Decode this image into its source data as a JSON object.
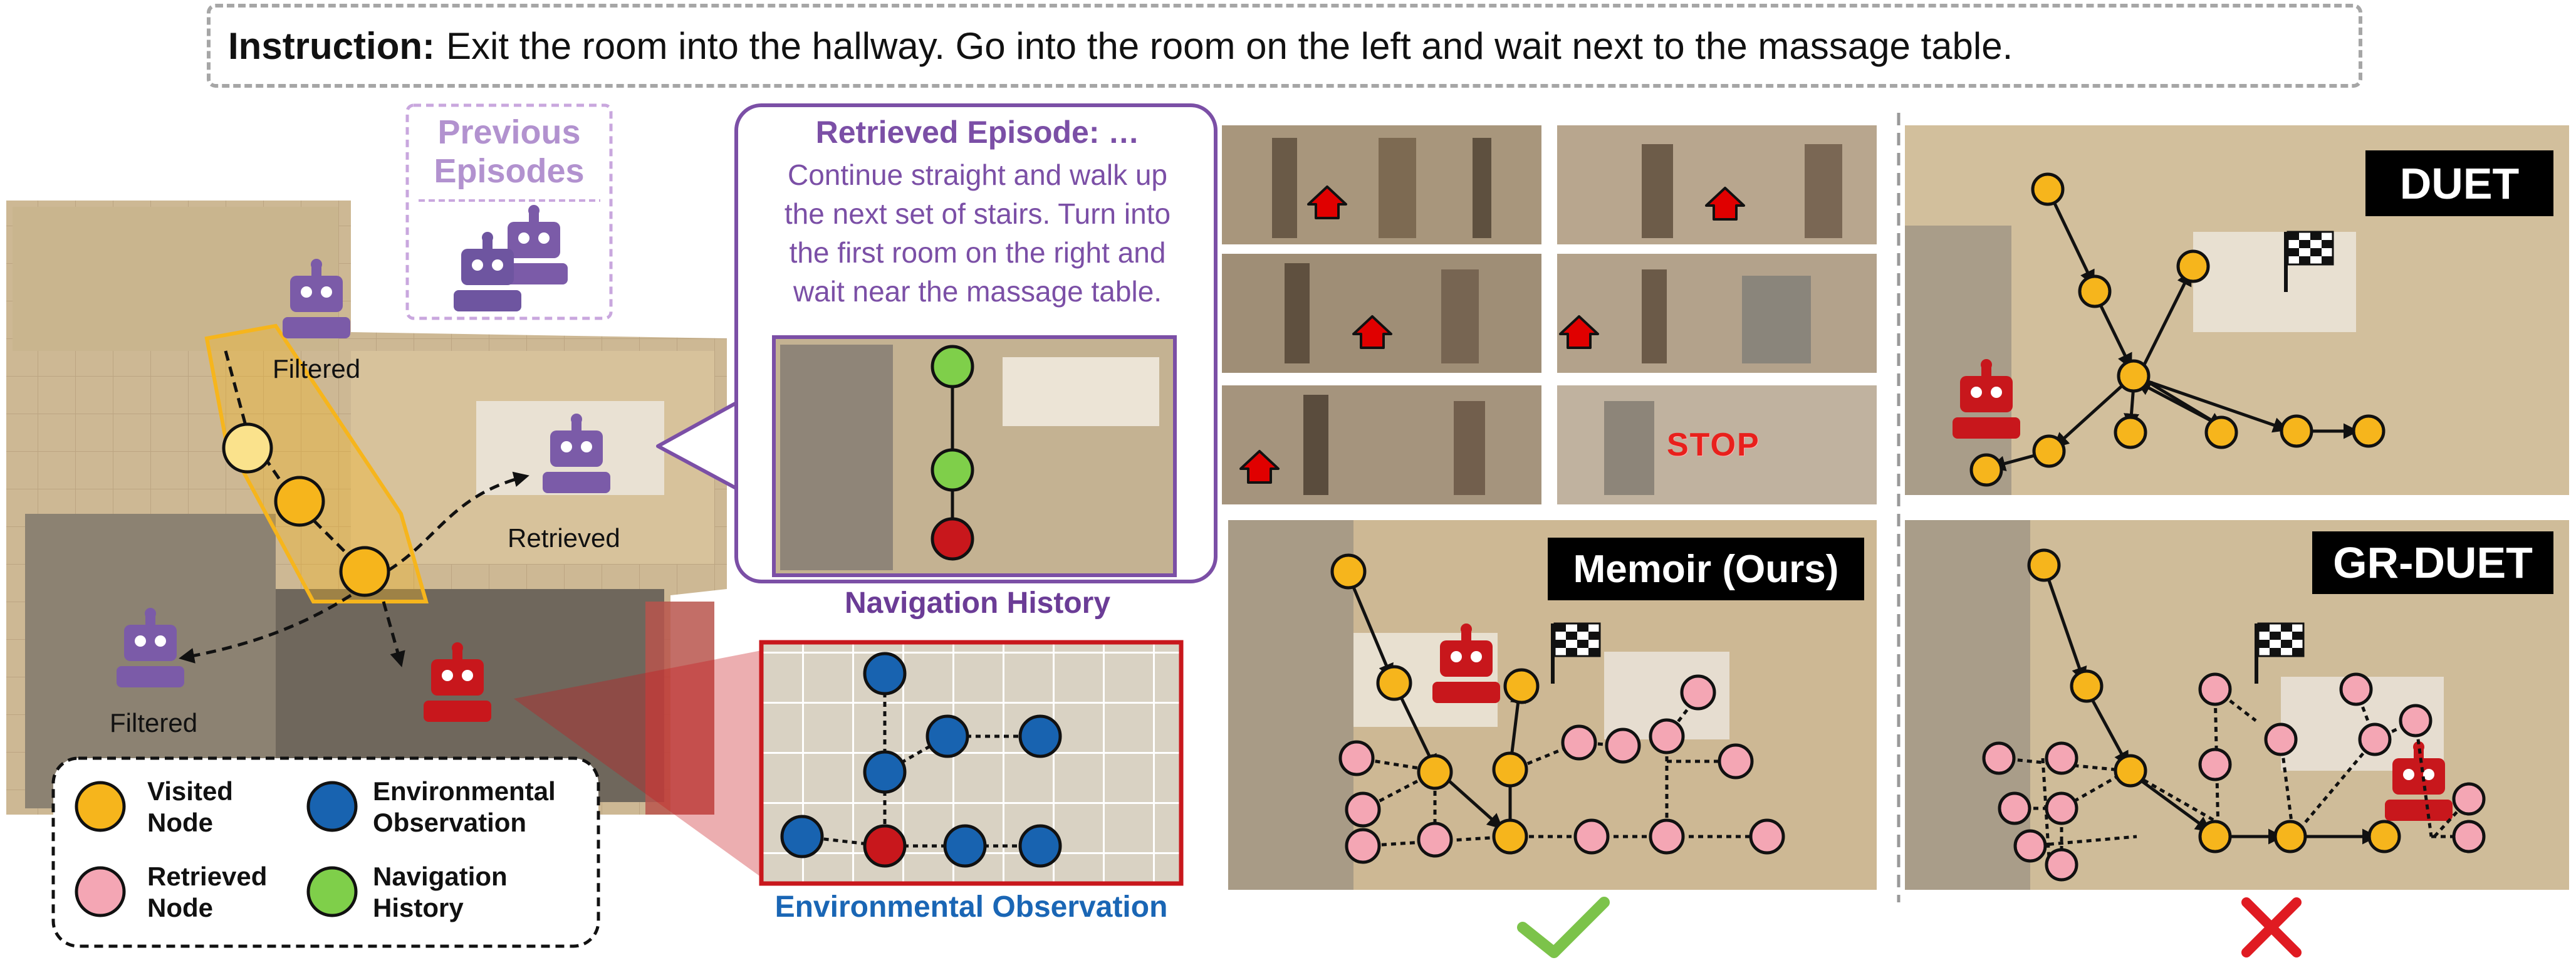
{
  "instruction": {
    "label": "Instruction:",
    "text": "Exit the room into the hallway. Go into the room on the left and wait next to the massage table."
  },
  "left_panel": {
    "previous_episodes": [
      "Previous",
      "Episodes"
    ],
    "filtered_top": "Filtered",
    "filtered_bottom": "Filtered",
    "retrieved": "Retrieved"
  },
  "callout": {
    "title": "Retrieved Episode: …",
    "lines": [
      "Continue straight and walk up",
      "the next set of stairs. Turn into",
      "the first room on the right and",
      "wait near the massage table."
    ],
    "navigation_history_label": "Navigation History",
    "environmental_observation_label": "Environmental Observation"
  },
  "legend": {
    "visited": [
      "Visited",
      "Node"
    ],
    "environmental": [
      "Environmental",
      "Observation"
    ],
    "retrieved": [
      "Retrieved",
      "Node"
    ],
    "navigation": [
      "Navigation",
      "History"
    ]
  },
  "panels": {
    "stop_text": "STOP",
    "memoir": "Memoir (Ours)",
    "duet": "DUET",
    "gr_duet": "GR-DUET",
    "check_icon": "check-mark-icon",
    "cross_icon": "cross-mark-icon"
  },
  "colors": {
    "visited": "#f6b51c",
    "environmental": "#1863b0",
    "retrieved": "#f4a6b4",
    "navigation": "#7fcf4a",
    "current": "#c8171c",
    "purple": "#7b4fa6",
    "blue_text": "#1a66b5",
    "check": "#7cc34a",
    "cross": "#e01b22"
  }
}
